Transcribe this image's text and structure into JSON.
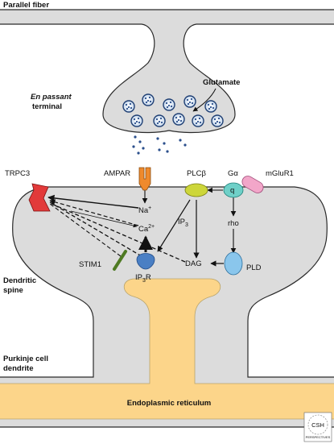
{
  "parallel_fiber": "Parallel fiber",
  "en_passant": "En passant",
  "terminal": "terminal",
  "glutamate": "Glutamate",
  "trpc3": "TRPC3",
  "ampar": "AMPAR",
  "plc_prefix": "PLC",
  "plc_suffix": "β",
  "galpha_prefix": "G",
  "galpha_suffix": "α",
  "gq": "q",
  "mglur1": "mGluR1",
  "na_base": "Na",
  "na_sup": "+",
  "ca_base": "Ca",
  "ca_sup": "2+",
  "ip3_base": "IP",
  "ip3_sub": "3",
  "rho": "rho",
  "stim1": "STIM1",
  "ip3r_base": "IP",
  "ip3r_sub": "3",
  "ip3r_tail": "R",
  "dag": "DAG",
  "pld": "PLD",
  "dendritic": "Dendritic",
  "spine": "spine",
  "purkinje_cell": "Purkinje cell",
  "dendrite": "dendrite",
  "endoplasmic_reticulum": "Endoplasmic reticulum",
  "logo_top": "CSH",
  "logo_bottom": "PERSPECTIVES",
  "colors": {
    "membrane_fill": "#dcdcdc",
    "membrane_stroke": "#2a2a2a",
    "er_fill": "#fcd58a",
    "trpc3": "#e23a3a",
    "ampar": "#ef8a2c",
    "plc": "#cdd63a",
    "galpha": "#6fd0c8",
    "mglur1": "#f2a6c9",
    "ip3r": "#4a7fc4",
    "pld": "#8ac6ec",
    "stim1": "#7fb04a"
  }
}
